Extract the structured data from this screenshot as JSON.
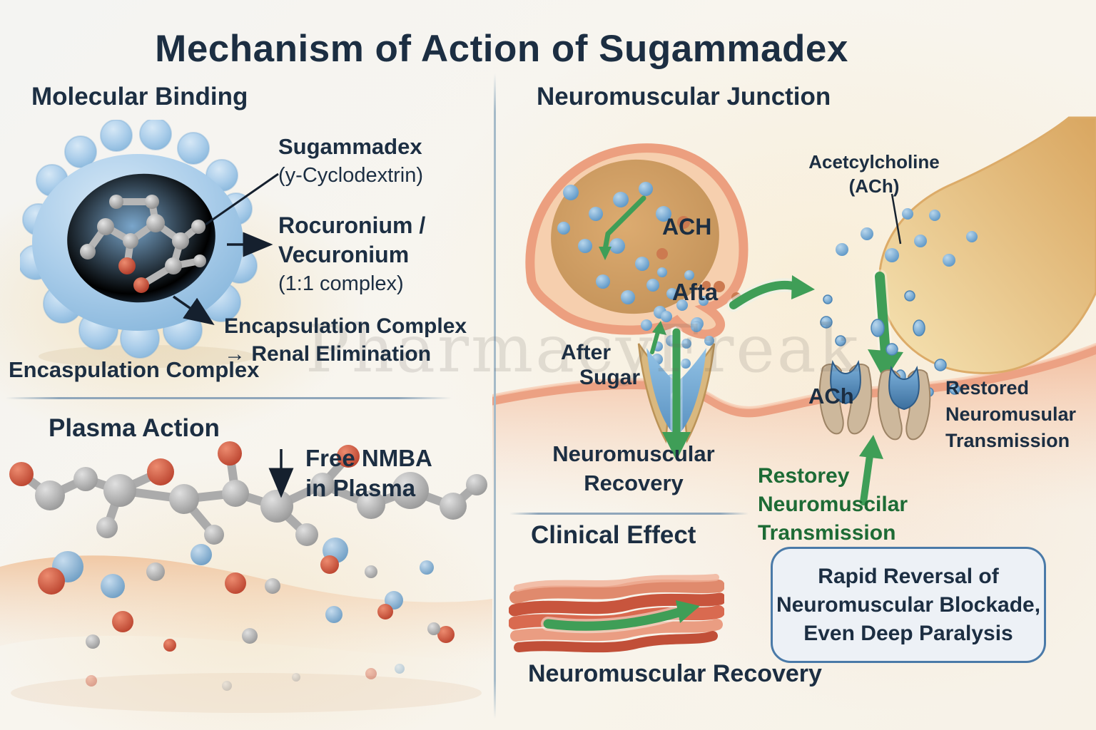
{
  "title": "Mechanism of Action of Sugammadex",
  "watermark": "PharmacyFreak",
  "molecular_binding": {
    "heading": "Molecular Binding",
    "sugammadex_label": {
      "line1": "Sugammadex",
      "line2": "(y-Cyclodextrin)"
    },
    "rocuronium_label": {
      "line1": "Rocuronium /",
      "line2": "Vecuronium",
      "line3": "(1:1 complex)"
    },
    "encapsulation_label": {
      "line1": "Encapsulation Complex",
      "line2": "→ Renal Elimination"
    },
    "encaspulation_caption": "Encaspulation Complex"
  },
  "plasma_action": {
    "heading": "Plasma Action",
    "free_nmba_label": {
      "line1": "Free NMBA",
      "line2": "in Plasma"
    }
  },
  "neuromuscular_junction": {
    "heading": "Neuromuscular Junction",
    "acetylcholine_label": {
      "line1": "Acetcylcholine",
      "line2": "(ACh)"
    },
    "ach_vesicle_label": "ACH",
    "afta_label": "Afta",
    "after_sugar_label": {
      "line1": "After",
      "line2": "Sugar"
    },
    "ach_receptor_label": "ACh",
    "recovery_label": {
      "line1": "Neuromuscular",
      "line2": "Recovery"
    },
    "restored_label": {
      "line1": "Restored",
      "line2": "Neuromusular",
      "line3": "Transmission"
    },
    "restorey_label": {
      "line1": "Restorey",
      "line2": "Neuromuscilar",
      "line3": "Transmission"
    }
  },
  "clinical_effect": {
    "heading": "Clinical Effect",
    "callout": {
      "line1": "Rapid Reversal of",
      "line2": "Neuromuscular Blockade,",
      "line3": "Even Deep Paralysis"
    },
    "footer": "Neuromuscular Recovery"
  },
  "colors": {
    "title_navy": "#1c2e42",
    "green_arrow": "#3f9e57",
    "green_text": "#1d6b35",
    "cyclodextrin_blue": "#a9cde9",
    "vesicle_blue": "#6fa8d6",
    "membrane_salmon": "#eeab8f",
    "terminal_tan": "#e8c28a",
    "nmba_red": "#cd5540",
    "callout_border": "#4a7aa8",
    "callout_bg": "#edf1f6"
  }
}
